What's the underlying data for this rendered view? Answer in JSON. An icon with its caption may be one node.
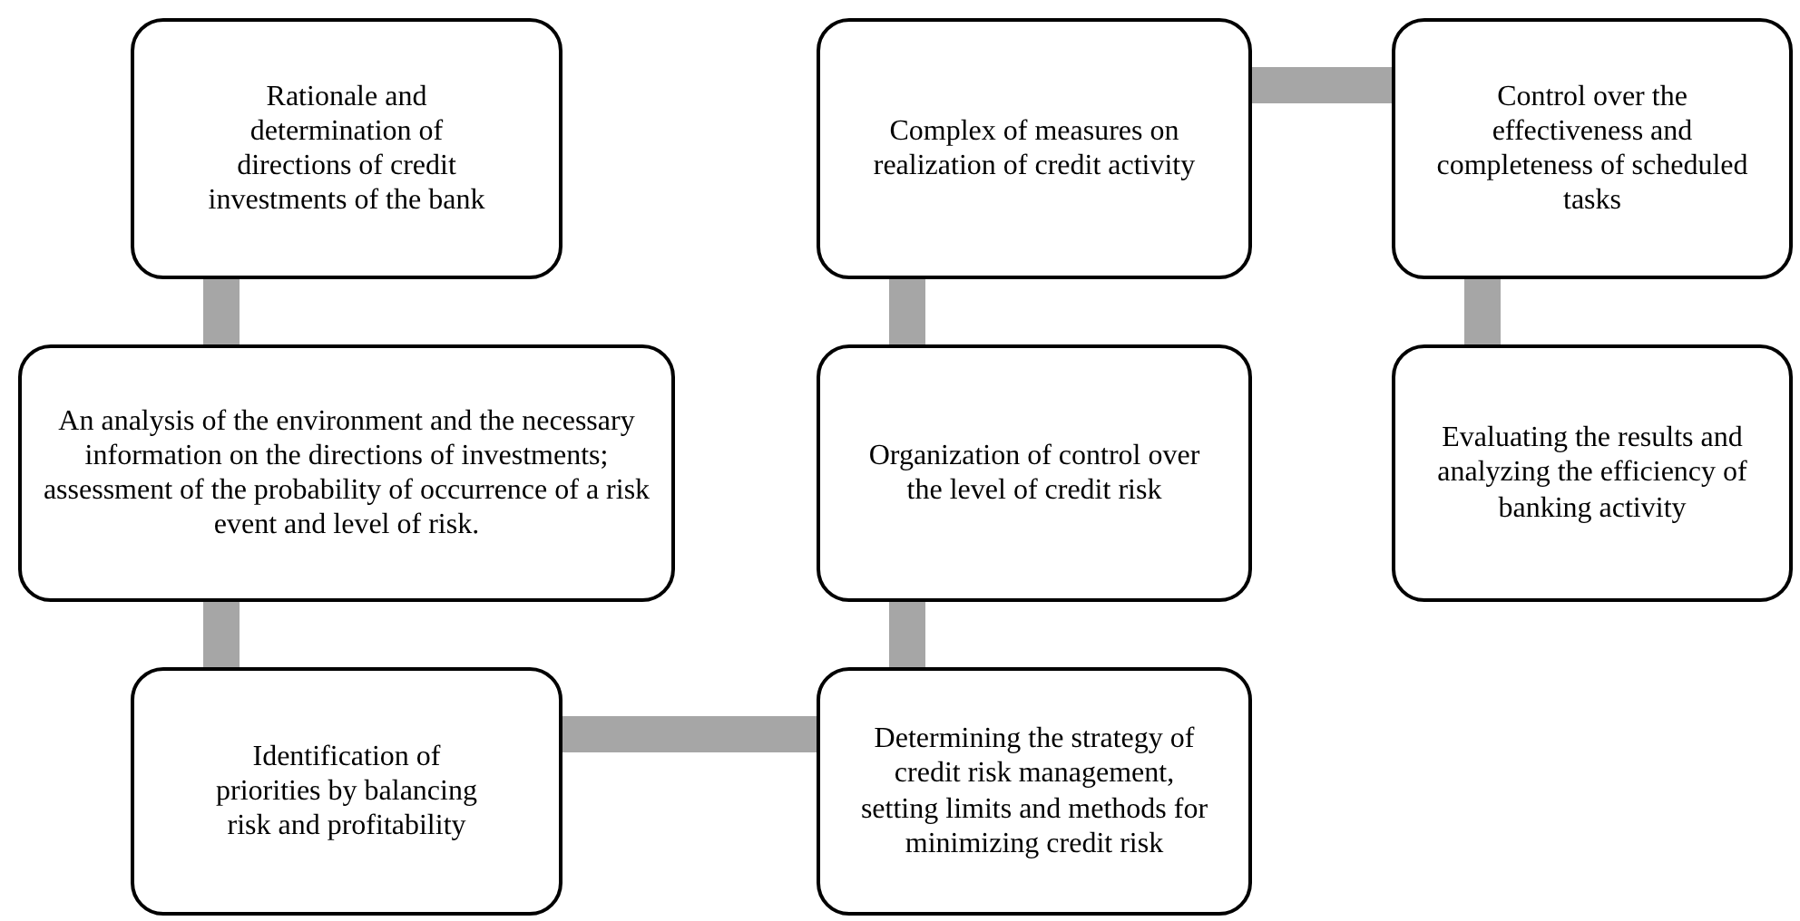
{
  "diagram": {
    "nodes": [
      {
        "text": [
          "Rationale and determination of directions of credit investments of the bank"
        ]
      },
      {
        "text": [
          "An analysis of the environment and the necessary information on the directions of investments; assessment of the probability of occurrence of a risk event and level of risk."
        ]
      },
      {
        "text": [
          "Identification of priorities by balancing risk and profitability"
        ]
      },
      {
        "text": [
          "Determining the strategy of credit risk management, setting limits and methods for minimizing credit risk"
        ]
      },
      {
        "text": [
          "Organization of control over the level of credit risk"
        ]
      },
      {
        "text": [
          "Complex of measures on realization of credit activity"
        ]
      },
      {
        "text": [
          "Control over the effectiveness and completeness of scheduled tasks"
        ]
      },
      {
        "text": [
          "Evaluating the results and analyzing the efficiency of banking activity"
        ]
      }
    ],
    "edges": [
      {
        "from": 0,
        "to": 1,
        "arrow": "none"
      },
      {
        "from": 1,
        "to": 2,
        "arrow": "none"
      },
      {
        "from": 2,
        "to": 3,
        "arrow": "none"
      },
      {
        "from": 3,
        "to": 4,
        "arrow": "none"
      },
      {
        "from": 4,
        "to": 5,
        "arrow": "none"
      },
      {
        "from": 5,
        "to": 6,
        "arrow": "none"
      },
      {
        "from": 6,
        "to": 7,
        "arrow": "none"
      }
    ]
  }
}
